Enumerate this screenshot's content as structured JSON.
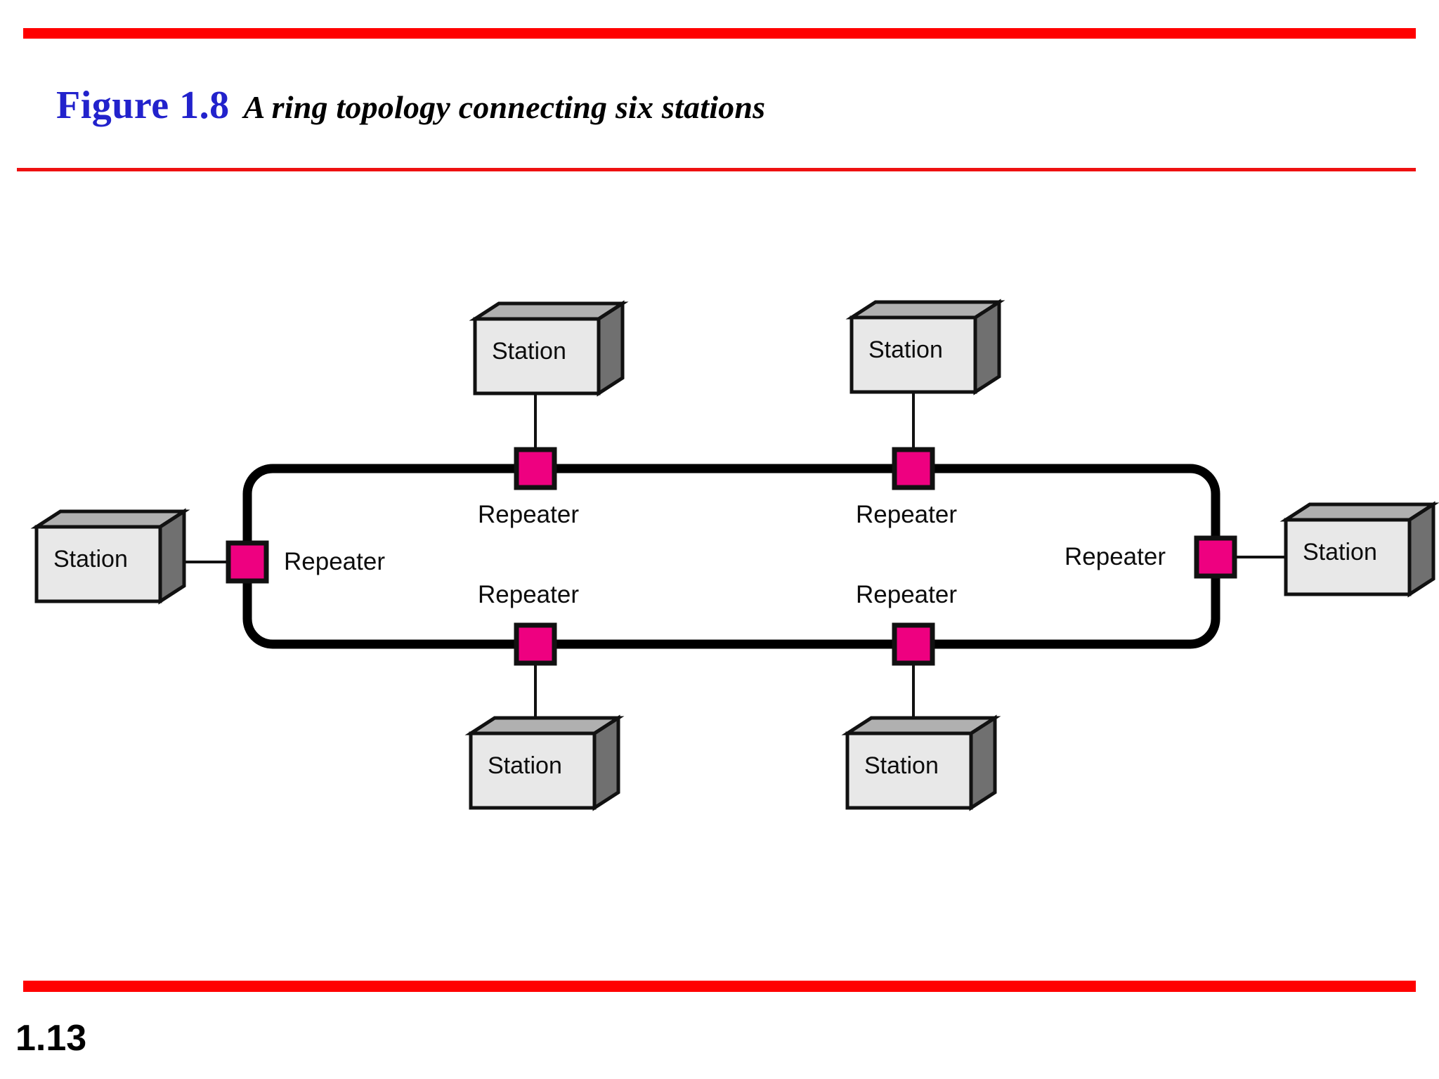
{
  "slide": {
    "figure_number": "Figure 1.8",
    "figure_caption": "A ring topology connecting six stations",
    "page_number": "1.13",
    "accent_rule_color": "#ff0000",
    "figure_number_color": "#2222cc",
    "caption_color": "#000000"
  },
  "diagram": {
    "type": "ring-topology",
    "ring_color": "#000000",
    "repeater_color": "#ee0080",
    "station_face_color": "#e8e8e8",
    "station_top_color": "#b0b0b0",
    "station_side_color": "#707070",
    "station_count": 6,
    "repeater_count": 6,
    "nodes": [
      {
        "id": "top-left",
        "station_label": "Station",
        "repeater_label": "Repeater"
      },
      {
        "id": "top-right",
        "station_label": "Station",
        "repeater_label": "Repeater"
      },
      {
        "id": "left",
        "station_label": "Station",
        "repeater_label": "Repeater"
      },
      {
        "id": "right",
        "station_label": "Station",
        "repeater_label": "Repeater"
      },
      {
        "id": "bottom-left",
        "station_label": "Station",
        "repeater_label": "Repeater"
      },
      {
        "id": "bottom-right",
        "station_label": "Station",
        "repeater_label": "Repeater"
      }
    ]
  }
}
